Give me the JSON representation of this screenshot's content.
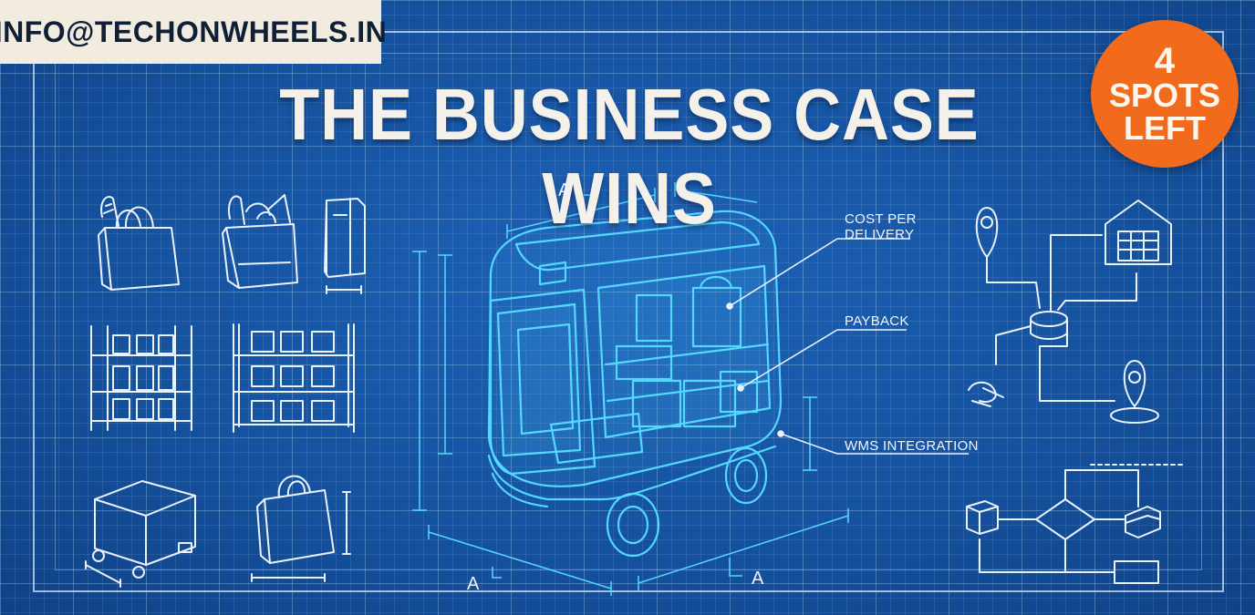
{
  "header": {
    "email": "INFO@TECHONWHEELS.IN",
    "title": "THE BUSINESS CASE WINS"
  },
  "badge": {
    "count": "4",
    "line1": "SPOTS",
    "line2": "LEFT"
  },
  "callouts": {
    "cost_line1": "COST PER",
    "cost_line2": "DELIVERY",
    "payback": "PAYBACK",
    "wms": "WMS INTEGRATION"
  },
  "section_marks": {
    "top": "A",
    "bottom_left": "A",
    "bottom_right": "A"
  },
  "colors": {
    "background": "#15529f",
    "blueprint_line": "#eaf2ff",
    "cyan_line": "#55d8ff",
    "badge": "#f26a1b",
    "email_box": "#f1ecdf",
    "title": "#f4f1ea"
  }
}
